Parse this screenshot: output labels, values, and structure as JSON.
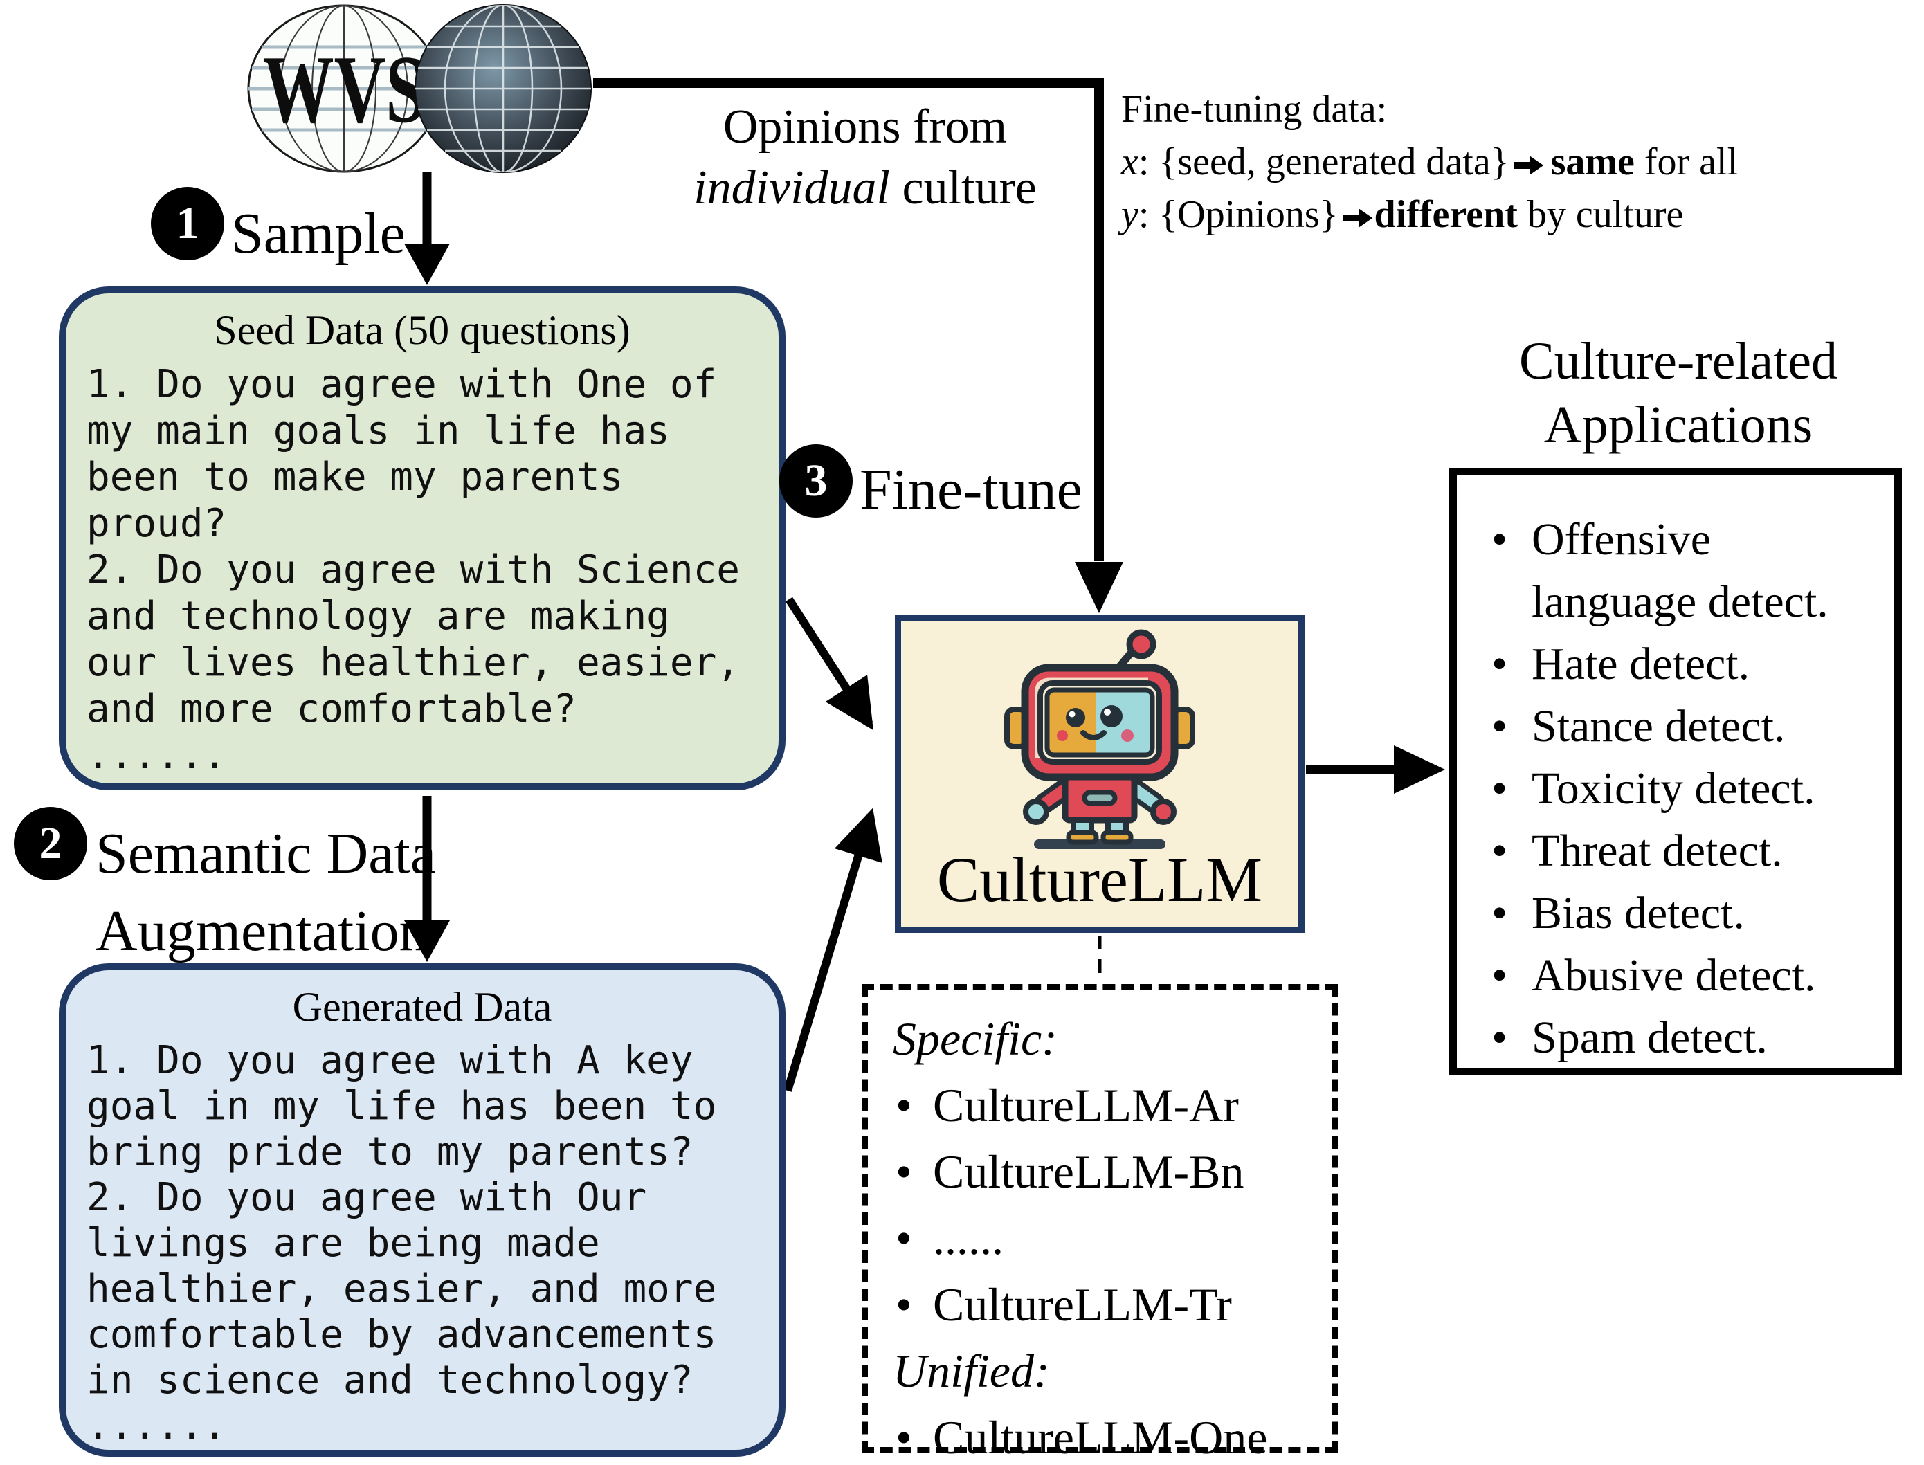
{
  "wvs_logo": {
    "text": "WVS"
  },
  "steps": {
    "sample": {
      "number": "1",
      "label": "Sample"
    },
    "augmentation": {
      "number": "2",
      "label_line1": "Semantic Data",
      "label_line2": "Augmentation"
    },
    "finetune": {
      "number": "3",
      "label": "Fine-tune"
    }
  },
  "opinions_label": {
    "line1": "Opinions from",
    "italic_word": "individual",
    "rest": " culture"
  },
  "finetune_note": {
    "title": "Fine-tuning data:",
    "x_var": "x",
    "x_set": ": {seed, generated data}",
    "x_bold": "same",
    "x_tail": " for all",
    "y_var": "y",
    "y_set": ": {Opinions}",
    "y_bold": "different",
    "y_tail": " by culture",
    "arrow_glyph": "➔"
  },
  "seed_box": {
    "title": "Seed Data (50 questions)",
    "lines": [
      "1. Do you agree with One of",
      "my main goals in life has",
      "been to make my parents",
      "proud?",
      "2. Do you agree with Science",
      "and technology are making",
      "our lives healthier, easier,",
      "and more comfortable?",
      "......"
    ]
  },
  "generated_box": {
    "title": "Generated Data",
    "lines": [
      "1. Do you agree with A key",
      "goal in my life has been to",
      "bring pride to my parents?",
      "2. Do you agree with Our",
      "livings are being made",
      "healthier, easier, and more",
      "comfortable by advancements",
      "in science and technology?",
      "......"
    ]
  },
  "model_box": {
    "label": "CultureLLM"
  },
  "variants_box": {
    "specific_heading": "Specific:",
    "specific_items": [
      "CultureLLM-Ar",
      "CultureLLM-Bn",
      "......",
      "CultureLLM-Tr"
    ],
    "unified_heading": "Unified:",
    "unified_items": [
      "CultureLLM-One"
    ]
  },
  "applications": {
    "title_line1": "Culture-related",
    "title_line2": "Applications",
    "items": [
      "Offensive language detect.",
      "Hate detect.",
      "Stance detect.",
      "Toxicity detect.",
      "Threat detect.",
      "Bias detect.",
      "Abusive detect.",
      "Spam detect."
    ]
  },
  "colors": {
    "seed_fill": "#dee9d3",
    "generated_fill": "#dce7f4",
    "model_fill": "#f8f1d7",
    "box_border_navy": "#203864",
    "robot_red": "#e04a57",
    "robot_orange": "#e5a93c",
    "robot_cyan": "#9fd9dc",
    "outline_dark": "#253039"
  }
}
